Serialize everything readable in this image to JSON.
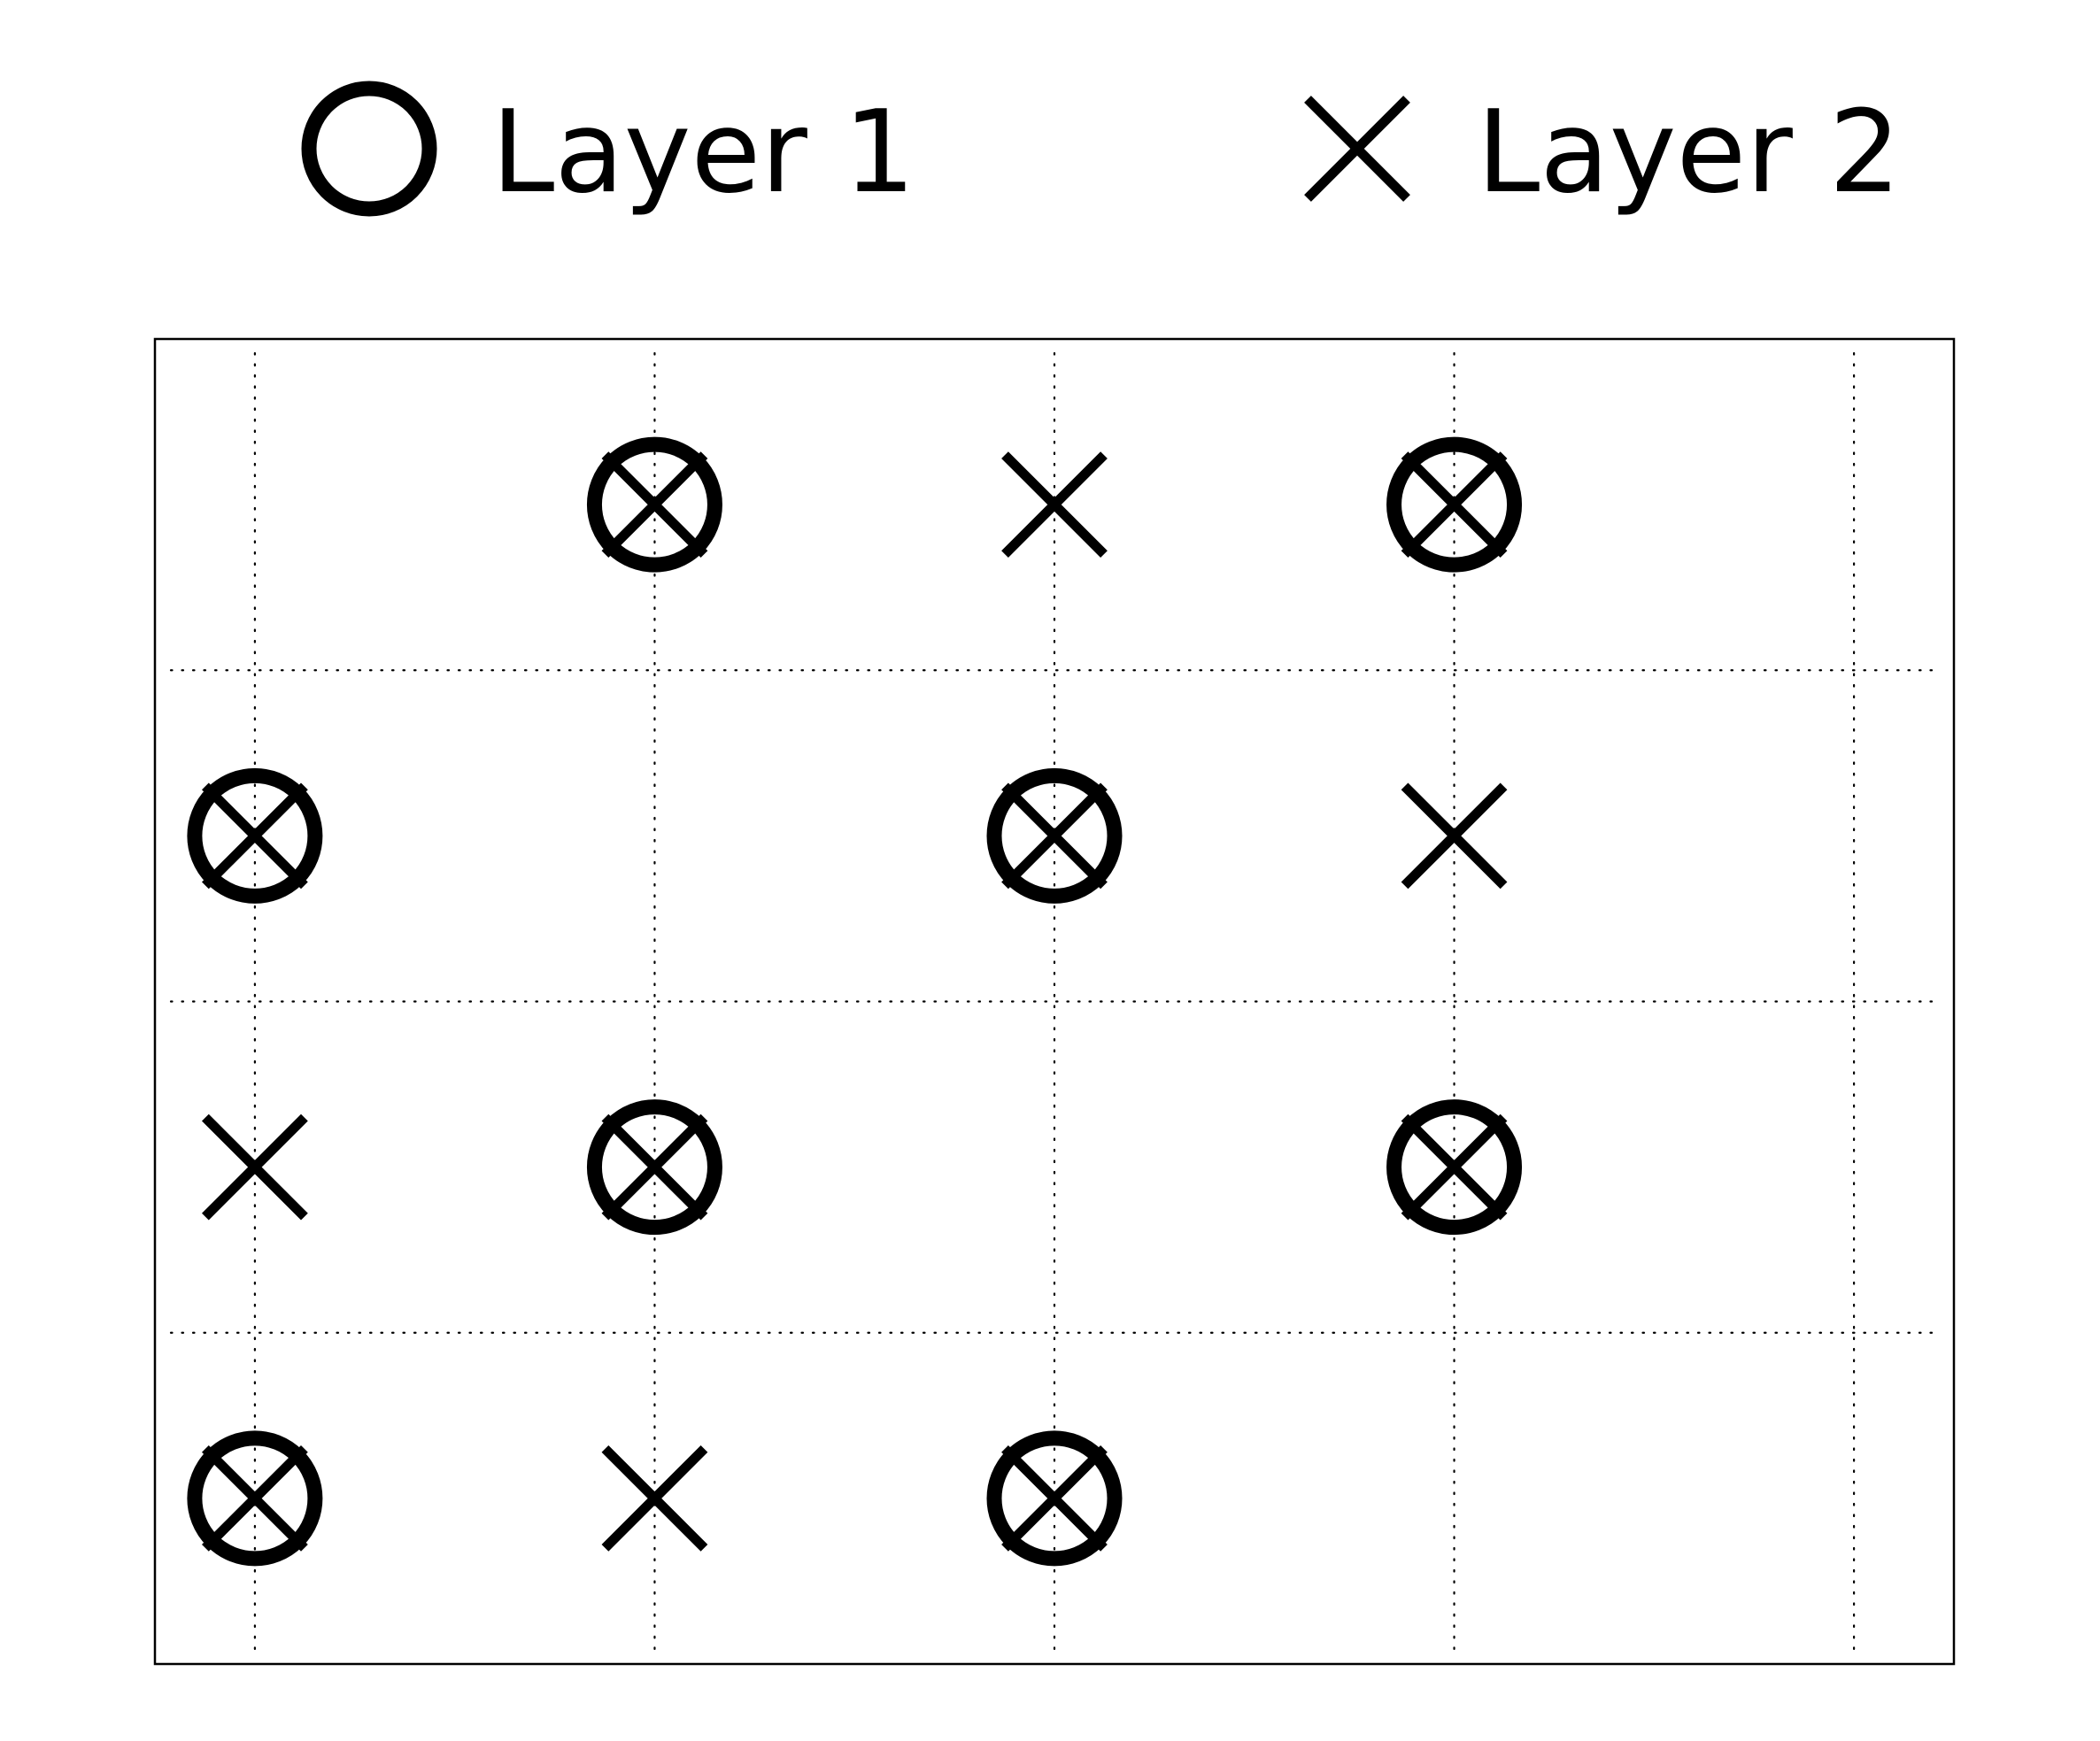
{
  "chart_data": {
    "type": "scatter",
    "title": "",
    "xlabel": "",
    "ylabel": "",
    "xlim": [
      0.75,
      5.25
    ],
    "ylim": [
      0.5,
      4.5
    ],
    "grid": true,
    "legend_position": "top",
    "colors": {
      "marker": "#000000",
      "frame": "#000000",
      "grid": "#000000"
    },
    "series": [
      {
        "name": "Layer 1",
        "marker": "circle",
        "points": [
          [
            2,
            4
          ],
          [
            4,
            4
          ],
          [
            1,
            3
          ],
          [
            3,
            3
          ],
          [
            2,
            2
          ],
          [
            4,
            2
          ],
          [
            1,
            1
          ],
          [
            3,
            1
          ]
        ]
      },
      {
        "name": "Layer 2",
        "marker": "x",
        "points": [
          [
            2,
            4
          ],
          [
            3,
            4
          ],
          [
            4,
            4
          ],
          [
            1,
            3
          ],
          [
            3,
            3
          ],
          [
            4,
            3
          ],
          [
            1,
            2
          ],
          [
            2,
            2
          ],
          [
            4,
            2
          ],
          [
            1,
            1
          ],
          [
            2,
            1
          ],
          [
            3,
            1
          ]
        ]
      }
    ]
  }
}
